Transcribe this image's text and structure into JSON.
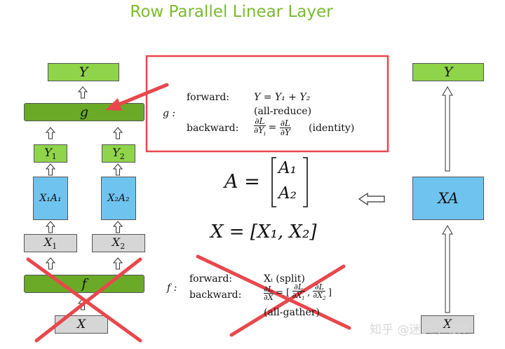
{
  "title": "Row Parallel Linear Layer",
  "left": {
    "y": "Y",
    "g": "g",
    "y1": "Y",
    "y1_sub": "1",
    "y2": "Y",
    "y2_sub": "2",
    "xa1": "X₁A₁",
    "xa2": "X₂A₂",
    "x1": "X",
    "x1_sub": "1",
    "x2": "X",
    "x2_sub": "2",
    "f": "f",
    "x": "X"
  },
  "g_def": {
    "g": "g :",
    "forward_label": "forward:",
    "forward_eq": "Y = Y₁ + Y₂",
    "forward_note": "(all-reduce)",
    "backward_label": "backward:",
    "backward_note": "(identity)"
  },
  "center": {
    "a_eq": "A =",
    "a1": "A₁",
    "a2": "A₂",
    "x_eq": "X = [X₁, X₂]"
  },
  "f_def": {
    "f": "f :",
    "forward_label": "forward:",
    "forward_eq": "Xᵢ (split)",
    "backward_label": "backward:",
    "backward_note": "(all-gather)"
  },
  "right": {
    "y": "Y",
    "xa": "XA",
    "x": "X"
  },
  "watermark": "知乎 @迷途小书僮",
  "colors": {
    "title": "#7cba30",
    "light_green": "#8fd44a",
    "dark_green": "#6aaa27",
    "blue": "#6fc3ef",
    "gray": "#d6d6d6",
    "red": "#e8474c"
  }
}
